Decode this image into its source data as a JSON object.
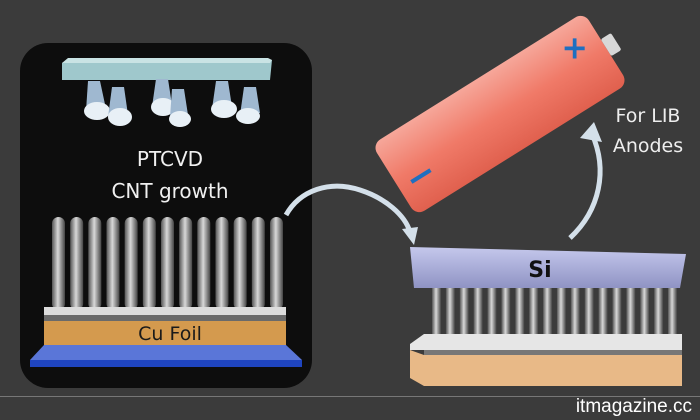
{
  "labels": {
    "process_line1": "PTCVD",
    "process_line2": "CNT growth",
    "substrate": "Cu Foil",
    "coating": "Si",
    "application_line1": "For LIB",
    "application_line2": "Anodes"
  },
  "battery": {
    "positive_symbol": "+",
    "negative_symbol": "−"
  },
  "watermark": "itmagazine.cc",
  "colors": {
    "panel": "#0d0d0d",
    "background": "#3b3b3b",
    "battery": "#f27d6c",
    "copper": "#d49a4e",
    "base_blue": "#3f5fd0",
    "si_coating": "#a9aedb",
    "terminal_mark": "#1f6fc0"
  }
}
